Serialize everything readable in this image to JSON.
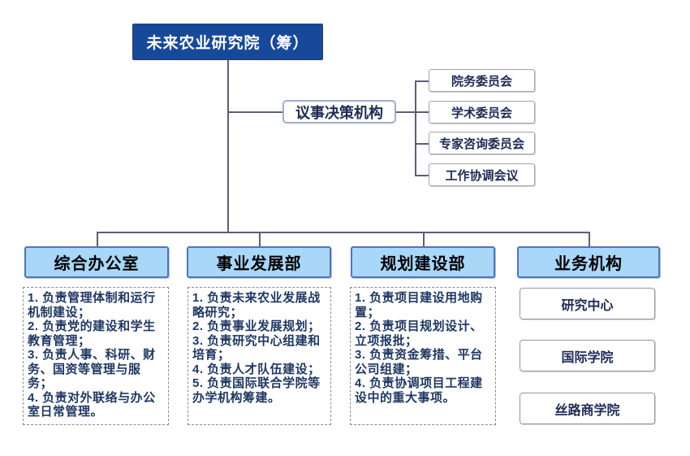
{
  "root": {
    "label": "未来农业研究院（筹）"
  },
  "decision": {
    "label": "议事决策机构",
    "committees": [
      "院务委员会",
      "学术委员会",
      "专家咨询委员会",
      "工作协调会议"
    ]
  },
  "departments": [
    {
      "name": "综合办公室",
      "duties": [
        "1. 负责管理体制和运行机制建设；",
        "2. 负责党的建设和学生教育管理；",
        "3. 负责人事、科研、财务、国资等管理与服务；",
        "4. 负责对外联络与办公室日常管理。"
      ]
    },
    {
      "name": "事业发展部",
      "duties": [
        "1. 负责未来农业发展战略研究；",
        "2. 负责事业发展规划；",
        "3. 负责研究中心组建和培育；",
        "4. 负责人才队伍建设；",
        "5. 负责国际联合学院等办学机构筹建。"
      ]
    },
    {
      "name": "规划建设部",
      "duties": [
        "1. 负责项目建设用地购置；",
        "2. 负责项目规划设计、立项报批；",
        "3. 负责资金筹措、平台公司组建；",
        "4. 负责协调项目工程建设中的重大事项。"
      ]
    },
    {
      "name": "业务机构",
      "units": [
        "研究中心",
        "国际学院",
        "丝路商学院"
      ]
    }
  ],
  "colors": {
    "root_fill": "#17499B",
    "root_text": "#FFFFFF",
    "dept_fill": "#A8D7F7",
    "dept_border": "#4F74BE",
    "committee_text": "#1E2A56",
    "duty_text": "#1F3864",
    "connector_line": "#5A5F78"
  }
}
